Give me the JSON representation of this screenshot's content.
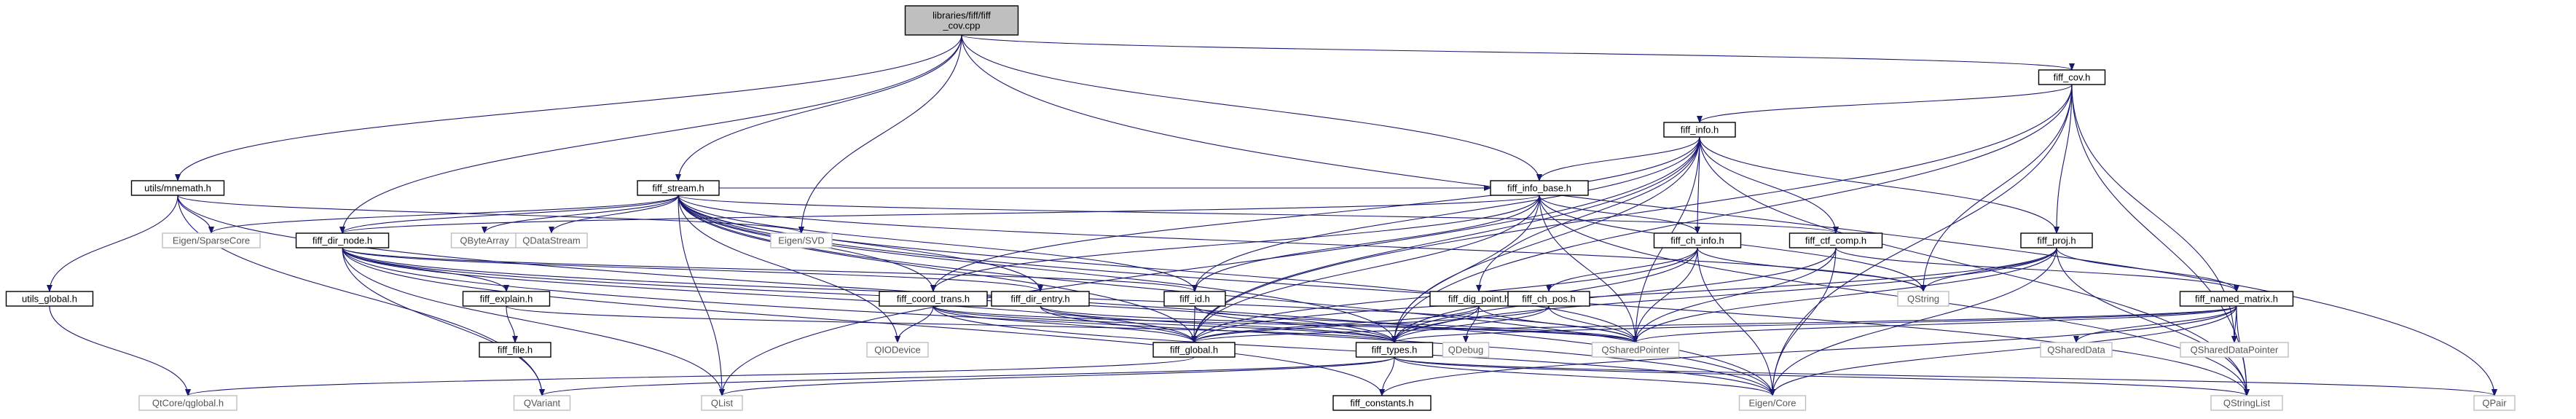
{
  "graph": {
    "type": "include-dependency-graph",
    "edge_color": "#191970",
    "root_fill": "#bfbfbf",
    "node_border": "#000000",
    "external_node_border": "#bfbfbf",
    "nodes": [
      {
        "id": "root",
        "label": [
          "libraries/fiff/fiff",
          "_cov.cpp"
        ],
        "kind": "root"
      },
      {
        "id": "fiff_cov",
        "label": [
          "fiff_cov.h"
        ],
        "kind": "local"
      },
      {
        "id": "mnemath",
        "label": [
          "utils/mnemath.h"
        ],
        "kind": "local"
      },
      {
        "id": "fiff_stream",
        "label": [
          "fiff_stream.h"
        ],
        "kind": "local"
      },
      {
        "id": "fiff_info",
        "label": [
          "fiff_info.h"
        ],
        "kind": "local"
      },
      {
        "id": "fiff_info_base",
        "label": [
          "fiff_info_base.h"
        ],
        "kind": "local"
      },
      {
        "id": "fiff_dir_node",
        "label": [
          "fiff_dir_node.h"
        ],
        "kind": "local"
      },
      {
        "id": "fiff_ch_info",
        "label": [
          "fiff_ch_info.h"
        ],
        "kind": "local"
      },
      {
        "id": "fiff_ctf_comp",
        "label": [
          "fiff_ctf_comp.h"
        ],
        "kind": "local"
      },
      {
        "id": "fiff_proj",
        "label": [
          "fiff_proj.h"
        ],
        "kind": "local"
      },
      {
        "id": "utils_global",
        "label": [
          "utils_global.h"
        ],
        "kind": "local"
      },
      {
        "id": "fiff_explain",
        "label": [
          "fiff_explain.h"
        ],
        "kind": "local"
      },
      {
        "id": "fiff_coord_trans",
        "label": [
          "fiff_coord_trans.h"
        ],
        "kind": "local"
      },
      {
        "id": "fiff_dir_entry",
        "label": [
          "fiff_dir_entry.h"
        ],
        "kind": "local"
      },
      {
        "id": "fiff_id",
        "label": [
          "fiff_id.h"
        ],
        "kind": "local"
      },
      {
        "id": "fiff_dig_point",
        "label": [
          "fiff_dig_point.h"
        ],
        "kind": "local"
      },
      {
        "id": "fiff_ch_pos",
        "label": [
          "fiff_ch_pos.h"
        ],
        "kind": "local"
      },
      {
        "id": "fiff_named_matrix",
        "label": [
          "fiff_named_matrix.h"
        ],
        "kind": "local"
      },
      {
        "id": "fiff_file",
        "label": [
          "fiff_file.h"
        ],
        "kind": "local"
      },
      {
        "id": "fiff_global",
        "label": [
          "fiff_global.h"
        ],
        "kind": "local"
      },
      {
        "id": "fiff_types",
        "label": [
          "fiff_types.h"
        ],
        "kind": "local"
      },
      {
        "id": "fiff_constants",
        "label": [
          "fiff_constants.h"
        ],
        "kind": "local"
      },
      {
        "id": "eigen_sparse",
        "label": [
          "Eigen/SparseCore"
        ],
        "kind": "ext"
      },
      {
        "id": "eigen_svd",
        "label": [
          "Eigen/SVD"
        ],
        "kind": "ext"
      },
      {
        "id": "qbytearray",
        "label": [
          "QByteArray"
        ],
        "kind": "ext"
      },
      {
        "id": "qdatastream",
        "label": [
          "QDataStream"
        ],
        "kind": "ext"
      },
      {
        "id": "qstring",
        "label": [
          "QString"
        ],
        "kind": "ext"
      },
      {
        "id": "qiodevice",
        "label": [
          "QIODevice"
        ],
        "kind": "ext"
      },
      {
        "id": "qdebug",
        "label": [
          "QDebug"
        ],
        "kind": "ext"
      },
      {
        "id": "qsharedpointer",
        "label": [
          "QSharedPointer"
        ],
        "kind": "ext"
      },
      {
        "id": "qshareddata",
        "label": [
          "QSharedData"
        ],
        "kind": "ext"
      },
      {
        "id": "qshareddatapointer",
        "label": [
          "QSharedDataPointer"
        ],
        "kind": "ext"
      },
      {
        "id": "qtcore_qglobal",
        "label": [
          "QtCore/qglobal.h"
        ],
        "kind": "ext"
      },
      {
        "id": "qvariant",
        "label": [
          "QVariant"
        ],
        "kind": "ext"
      },
      {
        "id": "qlist",
        "label": [
          "QList"
        ],
        "kind": "ext"
      },
      {
        "id": "eigen_core",
        "label": [
          "Eigen/Core"
        ],
        "kind": "ext"
      },
      {
        "id": "qstringlist",
        "label": [
          "QStringList"
        ],
        "kind": "ext"
      },
      {
        "id": "qpair",
        "label": [
          "QPair"
        ],
        "kind": "ext"
      }
    ],
    "edges": [
      [
        "root",
        "fiff_cov"
      ],
      [
        "root",
        "mnemath"
      ],
      [
        "root",
        "fiff_stream"
      ],
      [
        "root",
        "fiff_info_base"
      ],
      [
        "root",
        "fiff_dir_node"
      ],
      [
        "root",
        "eigen_svd"
      ],
      [
        "root",
        "qpair"
      ],
      [
        "fiff_cov",
        "fiff_info"
      ],
      [
        "fiff_cov",
        "fiff_proj"
      ],
      [
        "fiff_cov",
        "fiff_types"
      ],
      [
        "fiff_cov",
        "fiff_global"
      ],
      [
        "fiff_cov",
        "qstring"
      ],
      [
        "fiff_cov",
        "qshareddatapointer"
      ],
      [
        "fiff_cov",
        "qstringlist"
      ],
      [
        "fiff_cov",
        "eigen_core"
      ],
      [
        "mnemath",
        "utils_global"
      ],
      [
        "mnemath",
        "eigen_sparse"
      ],
      [
        "mnemath",
        "eigen_svd"
      ],
      [
        "mnemath",
        "qvariant"
      ],
      [
        "mnemath",
        "eigen_core"
      ],
      [
        "utils_global",
        "qtcore_qglobal"
      ],
      [
        "fiff_stream",
        "fiff_info_base"
      ],
      [
        "fiff_stream",
        "fiff_dir_node"
      ],
      [
        "fiff_stream",
        "eigen_sparse"
      ],
      [
        "fiff_stream",
        "qbytearray"
      ],
      [
        "fiff_stream",
        "qdatastream"
      ],
      [
        "fiff_stream",
        "fiff_ctf_comp"
      ],
      [
        "fiff_stream",
        "fiff_coord_trans"
      ],
      [
        "fiff_stream",
        "fiff_dir_entry"
      ],
      [
        "fiff_stream",
        "fiff_id"
      ],
      [
        "fiff_stream",
        "fiff_global"
      ],
      [
        "fiff_stream",
        "fiff_types"
      ],
      [
        "fiff_stream",
        "qsharedpointer"
      ],
      [
        "fiff_stream",
        "qiodevice"
      ],
      [
        "fiff_stream",
        "qlist"
      ],
      [
        "fiff_stream",
        "qstring"
      ],
      [
        "fiff_stream",
        "eigen_core"
      ],
      [
        "fiff_stream",
        "qstringlist"
      ],
      [
        "fiff_info",
        "fiff_info_base"
      ],
      [
        "fiff_info",
        "fiff_ch_info"
      ],
      [
        "fiff_info",
        "fiff_ctf_comp"
      ],
      [
        "fiff_info",
        "fiff_proj"
      ],
      [
        "fiff_info",
        "fiff_dig_point"
      ],
      [
        "fiff_info",
        "fiff_coord_trans"
      ],
      [
        "fiff_info",
        "fiff_id"
      ],
      [
        "fiff_info",
        "fiff_global"
      ],
      [
        "fiff_info",
        "fiff_types"
      ],
      [
        "fiff_info",
        "qsharedpointer"
      ],
      [
        "fiff_info",
        "qlist"
      ],
      [
        "fiff_info",
        "qstringlist"
      ],
      [
        "fiff_info_base",
        "fiff_ch_info"
      ],
      [
        "fiff_info_base",
        "fiff_coord_trans"
      ],
      [
        "fiff_info_base",
        "fiff_id"
      ],
      [
        "fiff_info_base",
        "fiff_global"
      ],
      [
        "fiff_info_base",
        "fiff_types"
      ],
      [
        "fiff_info_base",
        "qsharedpointer"
      ],
      [
        "fiff_info_base",
        "qstringlist"
      ],
      [
        "fiff_info_base",
        "qstring"
      ],
      [
        "fiff_info_base",
        "fiff_dir_node"
      ],
      [
        "fiff_dir_node",
        "fiff_explain"
      ],
      [
        "fiff_dir_node",
        "fiff_dir_entry"
      ],
      [
        "fiff_dir_node",
        "fiff_id"
      ],
      [
        "fiff_dir_node",
        "fiff_global"
      ],
      [
        "fiff_dir_node",
        "fiff_types"
      ],
      [
        "fiff_dir_node",
        "qsharedpointer"
      ],
      [
        "fiff_dir_node",
        "qlist"
      ],
      [
        "fiff_dir_node",
        "qvariant"
      ],
      [
        "fiff_dir_node",
        "eigen_core"
      ],
      [
        "fiff_dir_node",
        "fiff_constants"
      ],
      [
        "fiff_ch_info",
        "fiff_ch_pos"
      ],
      [
        "fiff_ch_info",
        "fiff_types"
      ],
      [
        "fiff_ch_info",
        "fiff_global"
      ],
      [
        "fiff_ch_info",
        "qsharedpointer"
      ],
      [
        "fiff_ch_info",
        "qstring"
      ],
      [
        "fiff_ch_info",
        "eigen_core"
      ],
      [
        "fiff_ctf_comp",
        "fiff_named_matrix"
      ],
      [
        "fiff_ctf_comp",
        "fiff_types"
      ],
      [
        "fiff_ctf_comp",
        "qsharedpointer"
      ],
      [
        "fiff_ctf_comp",
        "eigen_core"
      ],
      [
        "fiff_proj",
        "fiff_named_matrix"
      ],
      [
        "fiff_proj",
        "fiff_types"
      ],
      [
        "fiff_proj",
        "fiff_global"
      ],
      [
        "fiff_proj",
        "qsharedpointer"
      ],
      [
        "fiff_proj",
        "qstring"
      ],
      [
        "fiff_proj",
        "qstringlist"
      ],
      [
        "fiff_proj",
        "eigen_core"
      ],
      [
        "fiff_explain",
        "fiff_file"
      ],
      [
        "fiff_explain",
        "fiff_types"
      ],
      [
        "fiff_coord_trans",
        "fiff_types"
      ],
      [
        "fiff_coord_trans",
        "fiff_global"
      ],
      [
        "fiff_coord_trans",
        "qiodevice"
      ],
      [
        "fiff_coord_trans",
        "qsharedpointer"
      ],
      [
        "fiff_coord_trans",
        "eigen_core"
      ],
      [
        "fiff_dir_entry",
        "fiff_types"
      ],
      [
        "fiff_dir_entry",
        "fiff_global"
      ],
      [
        "fiff_dir_entry",
        "qsharedpointer"
      ],
      [
        "fiff_id",
        "fiff_types"
      ],
      [
        "fiff_id",
        "fiff_global"
      ],
      [
        "fiff_id",
        "qsharedpointer"
      ],
      [
        "fiff_dig_point",
        "fiff_types"
      ],
      [
        "fiff_dig_point",
        "fiff_global"
      ],
      [
        "fiff_dig_point",
        "qdebug"
      ],
      [
        "fiff_dig_point",
        "qsharedpointer"
      ],
      [
        "fiff_ch_pos",
        "fiff_types"
      ],
      [
        "fiff_ch_pos",
        "fiff_global"
      ],
      [
        "fiff_ch_pos",
        "qsharedpointer"
      ],
      [
        "fiff_named_matrix",
        "fiff_types"
      ],
      [
        "fiff_named_matrix",
        "fiff_global"
      ],
      [
        "fiff_named_matrix",
        "qshareddata"
      ],
      [
        "fiff_named_matrix",
        "qshareddatapointer"
      ],
      [
        "fiff_named_matrix",
        "qsharedpointer"
      ],
      [
        "fiff_named_matrix",
        "qstringlist"
      ],
      [
        "fiff_named_matrix",
        "eigen_core"
      ],
      [
        "fiff_named_matrix",
        "fiff_constants"
      ],
      [
        "fiff_global",
        "qtcore_qglobal"
      ],
      [
        "fiff_types",
        "fiff_constants"
      ],
      [
        "fiff_types",
        "qvariant"
      ],
      [
        "fiff_types",
        "qlist"
      ],
      [
        "fiff_types",
        "eigen_core"
      ],
      [
        "fiff_types",
        "qstringlist"
      ],
      [
        "fiff_types",
        "qpair"
      ]
    ]
  }
}
